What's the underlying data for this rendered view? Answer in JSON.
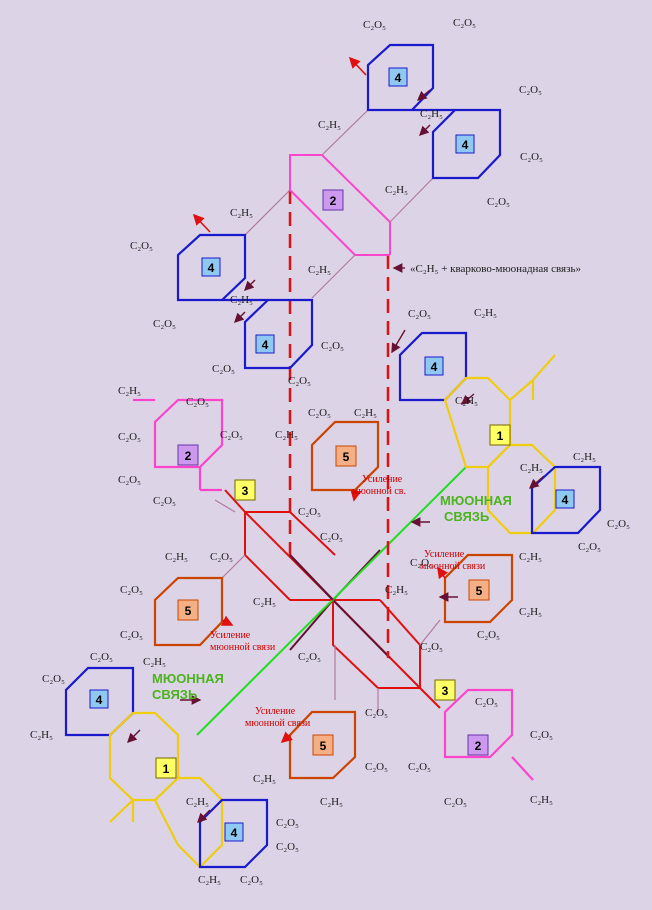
{
  "labels": {
    "c2o5": "C₂O₅",
    "c2h5": "C₂H₅"
  },
  "numbers": {
    "n1": "1",
    "n2": "2",
    "n3": "3",
    "n4": "4",
    "n5": "5"
  },
  "annotations": {
    "quark_muon_bond": "«C₂H₅ + кварково-мюонадная связь»",
    "muon_bond_line1": "МЮОННАЯ",
    "muon_bond_line2": "СВЯЗЬ",
    "amplify_line1": "Усиление",
    "amplify_line2": "мюонной связи",
    "amplify_short": "мюонной св."
  },
  "colors": {
    "background": "#dcd4e6",
    "blue_ring": "#1a1acc",
    "pink_ring": "#ff44cc",
    "yellow_ring": "#f0cc10",
    "orange_ring": "#cc4400",
    "red_bond": "#e01010",
    "green_bond": "#22dd22",
    "dark_bond": "#661133",
    "box_blue": "#8fc8f0",
    "box_purple": "#cc99ee",
    "box_yellow": "#ffff66",
    "box_orange": "#f4b084"
  }
}
